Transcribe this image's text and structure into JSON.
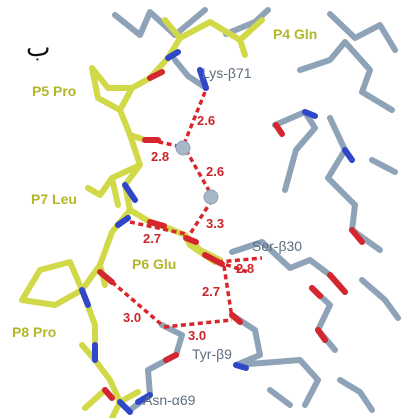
{
  "figure": {
    "panel_letter": "ب",
    "peptide_residues": [
      "P4 Gln",
      "P5 Pro",
      "P7 Leu",
      "P6 Glu",
      "P8 Pro"
    ],
    "protein_residues": [
      "Lys-β71",
      "Ser-β30",
      "Tyr-β9",
      "Asn-α69"
    ],
    "distances": [
      "2.6",
      "2.8",
      "2.6",
      "3.3",
      "2.7",
      "2.8",
      "2.7",
      "3.0",
      "3.0"
    ]
  },
  "colors": {
    "peptide": "#d2d948",
    "peptide_label": "#b2b72a",
    "protein": "#8ea3b8",
    "protein_label": "#5d6e80",
    "oxygen": "#d4262f",
    "nitrogen": "#2f47c8",
    "hbond": "#d8262c",
    "distance_label": "#c9262b",
    "water": "#a9b8c8"
  }
}
